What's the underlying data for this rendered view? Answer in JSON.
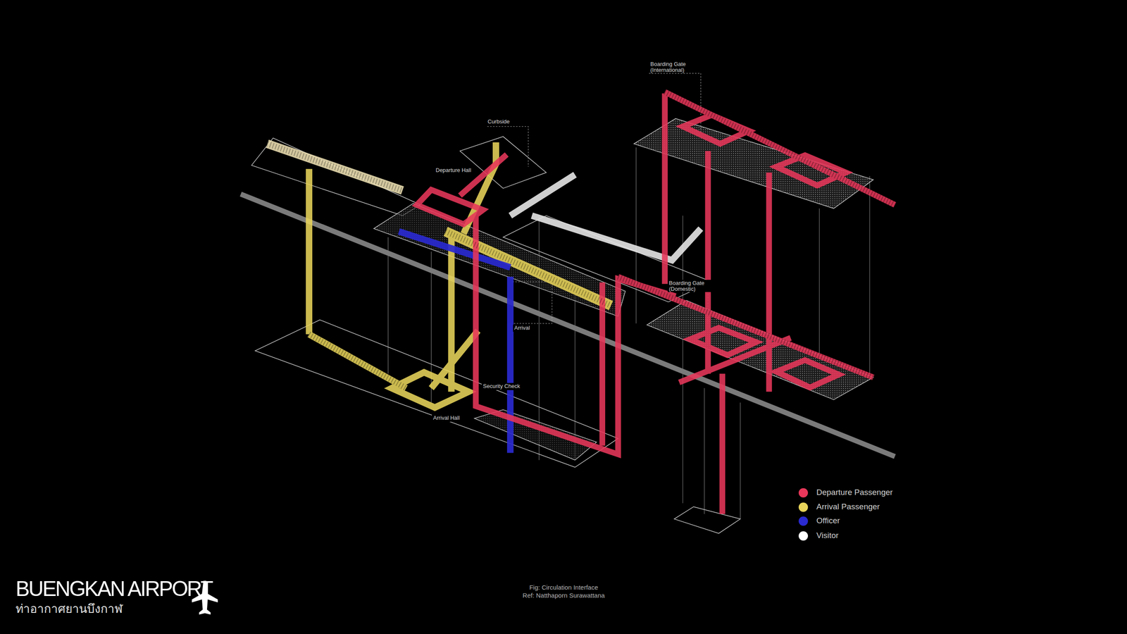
{
  "diagram": {
    "title": "BUENGKAN AIRPORT",
    "caption": "Fig: Circulation Interface",
    "labels": [
      "Boarding Gate (International)",
      "Curbside",
      "Departure Hall",
      "Boarding Gate (Domestic)",
      "Arrival",
      "Security Check",
      "Arrival Hall",
      "ท่าอากาศยานบึงกาฬ",
      "Ref: Natthaporn Surawattana"
    ],
    "legend": [
      {
        "text": "Departure Passenger",
        "color": "#e8375a"
      },
      {
        "text": "Arrival Passenger",
        "color": "#e8d45a"
      },
      {
        "text": "Officer",
        "color": "#2a2ad0"
      },
      {
        "text": "Visitor",
        "color": "#ffffff"
      }
    ]
  }
}
